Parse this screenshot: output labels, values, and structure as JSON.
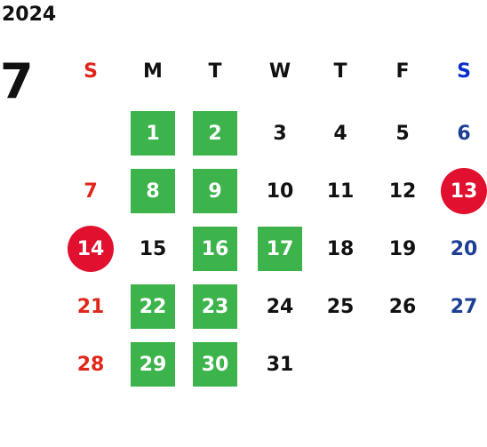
{
  "year": "2024",
  "month": "7",
  "weekdays": [
    {
      "label": "S",
      "color": "#e0261a"
    },
    {
      "label": "M",
      "color": "#111111"
    },
    {
      "label": "T",
      "color": "#111111"
    },
    {
      "label": "W",
      "color": "#111111"
    },
    {
      "label": "T",
      "color": "#111111"
    },
    {
      "label": "F",
      "color": "#111111"
    },
    {
      "label": "S",
      "color": "#0a2fc8"
    }
  ],
  "first_weekday_index": 1,
  "days": [
    {
      "day": "1",
      "style": "green"
    },
    {
      "day": "2",
      "style": "green"
    },
    {
      "day": "3",
      "style": "plain"
    },
    {
      "day": "4",
      "style": "plain"
    },
    {
      "day": "5",
      "style": "plain"
    },
    {
      "day": "6",
      "style": "sat"
    },
    {
      "day": "7",
      "style": "sun"
    },
    {
      "day": "8",
      "style": "green"
    },
    {
      "day": "9",
      "style": "green"
    },
    {
      "day": "10",
      "style": "plain"
    },
    {
      "day": "11",
      "style": "plain"
    },
    {
      "day": "12",
      "style": "plain"
    },
    {
      "day": "13",
      "style": "red"
    },
    {
      "day": "14",
      "style": "red"
    },
    {
      "day": "15",
      "style": "plain"
    },
    {
      "day": "16",
      "style": "green"
    },
    {
      "day": "17",
      "style": "green"
    },
    {
      "day": "18",
      "style": "plain"
    },
    {
      "day": "19",
      "style": "plain"
    },
    {
      "day": "20",
      "style": "sat"
    },
    {
      "day": "21",
      "style": "sun"
    },
    {
      "day": "22",
      "style": "green"
    },
    {
      "day": "23",
      "style": "green"
    },
    {
      "day": "24",
      "style": "plain"
    },
    {
      "day": "25",
      "style": "plain"
    },
    {
      "day": "26",
      "style": "plain"
    },
    {
      "day": "27",
      "style": "sat"
    },
    {
      "day": "28",
      "style": "sun"
    },
    {
      "day": "29",
      "style": "green"
    },
    {
      "day": "30",
      "style": "green"
    },
    {
      "day": "31",
      "style": "plain"
    }
  ],
  "colors": {
    "green_highlight": "#3cb44b",
    "red_highlight": "#e0102e",
    "sunday": "#e0261a",
    "saturday": "#1c3f94"
  }
}
